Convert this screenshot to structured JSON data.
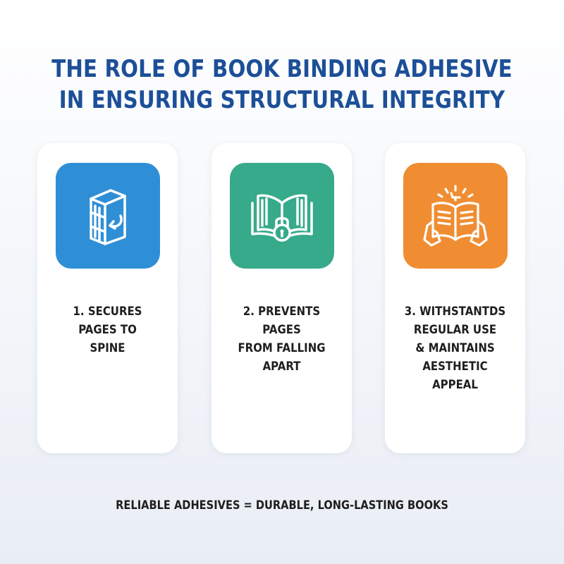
{
  "title": {
    "line1": "THE ROLE OF BOOK BINDING ADHESIVE",
    "line2": "IN ENSURING STRUCTURAL INTEGRITY"
  },
  "colors": {
    "title": "#1c4f98",
    "card1_tile": "#2f8fd6",
    "card2_tile": "#36aa8a",
    "card3_tile": "#f08d32"
  },
  "cards": [
    {
      "icon": "book-arrow-icon",
      "lines": [
        "1. SECURES",
        "PAGES TO",
        "SPINE"
      ]
    },
    {
      "icon": "open-book-lock-icon",
      "lines": [
        "2. PREVENTS PAGES",
        "FROM FALLING",
        "APART"
      ]
    },
    {
      "icon": "hands-book-sparkle-icon",
      "lines": [
        "3. WITHSTANTDS",
        "REGULAR USE",
        "& MAINTAINS",
        "AESTHETIC APPEAL"
      ]
    }
  ],
  "footer": "RELIABLE ADHESIVES = DURABLE, LONG-LASTING BOOKS"
}
